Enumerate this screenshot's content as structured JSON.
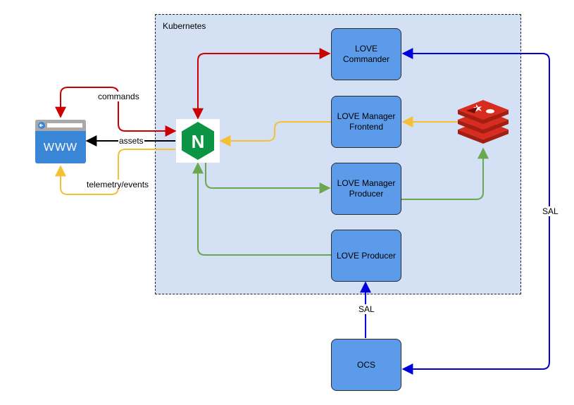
{
  "cluster": {
    "label": "Kubernetes"
  },
  "nodes": {
    "commander": "LOVE\nCommander",
    "manager_frontend": "LOVE Manager\nFrontend",
    "manager_producer": "LOVE Manager\nProducer",
    "producer": "LOVE Producer",
    "ocs": "OCS"
  },
  "edge_labels": {
    "commands": "commands",
    "assets": "assets",
    "telemetry": "telemetry/events",
    "sal_ocs": "SAL",
    "sal_commander": "SAL"
  },
  "icons": {
    "browser": "www-browser-icon",
    "nginx": "nginx-icon",
    "redis": "redis-icon",
    "browser_text": "WWW",
    "nginx_letter": "N"
  },
  "colors": {
    "red": "#cc0000",
    "yellow": "#f5c033",
    "green": "#6aa84f",
    "blue": "#0000dd",
    "node_fill": "#5b9bea",
    "cluster_fill": "#d4e1f4"
  }
}
